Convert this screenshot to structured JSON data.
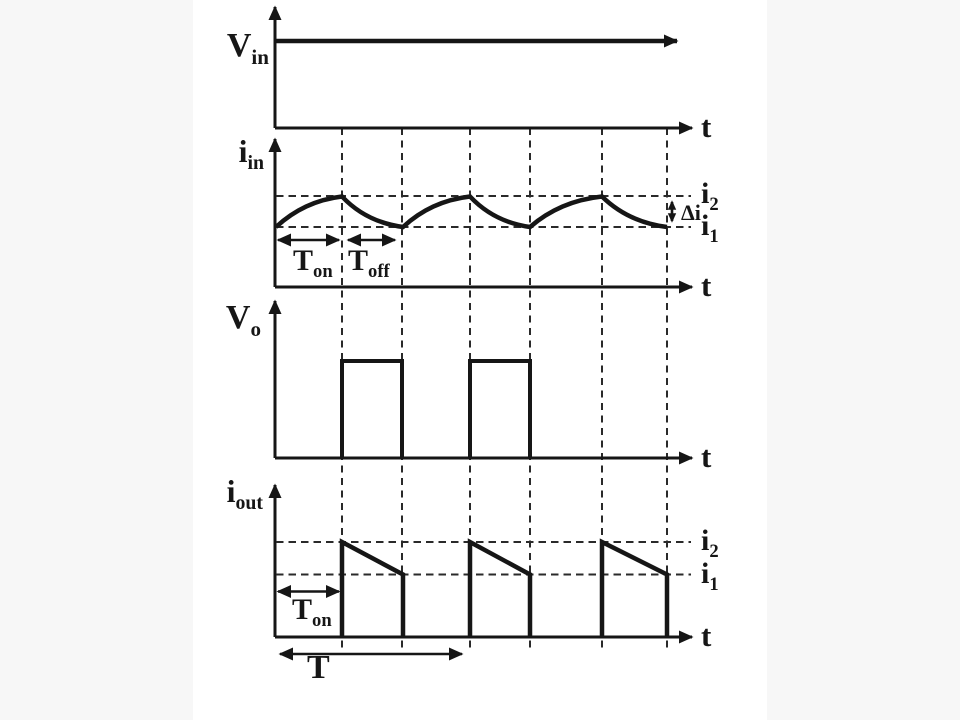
{
  "colors": {
    "ink": "#161616",
    "page_background": "#f7f7f7",
    "panel_background": "#ffffff"
  },
  "plots": {
    "vin": {
      "label_base": "V",
      "label_sub": "in",
      "t_label": "t"
    },
    "iin": {
      "label_base": "i",
      "label_sub": "in",
      "t_label": "t",
      "i2_base": "i",
      "i2_sub": "2",
      "i1_base": "i",
      "i1_sub": "1",
      "delta_label": "Δi",
      "ton_base": "T",
      "ton_sub": "on",
      "toff_base": "T",
      "toff_sub": "off"
    },
    "vo": {
      "label_base": "V",
      "label_sub": "o",
      "t_label": "t"
    },
    "iout": {
      "label_base": "i",
      "label_sub": "out",
      "t_label": "t",
      "i2_base": "i",
      "i2_sub": "2",
      "i1_base": "i",
      "i1_sub": "1",
      "ton_base": "T",
      "ton_sub": "on",
      "period_label": "T"
    }
  }
}
